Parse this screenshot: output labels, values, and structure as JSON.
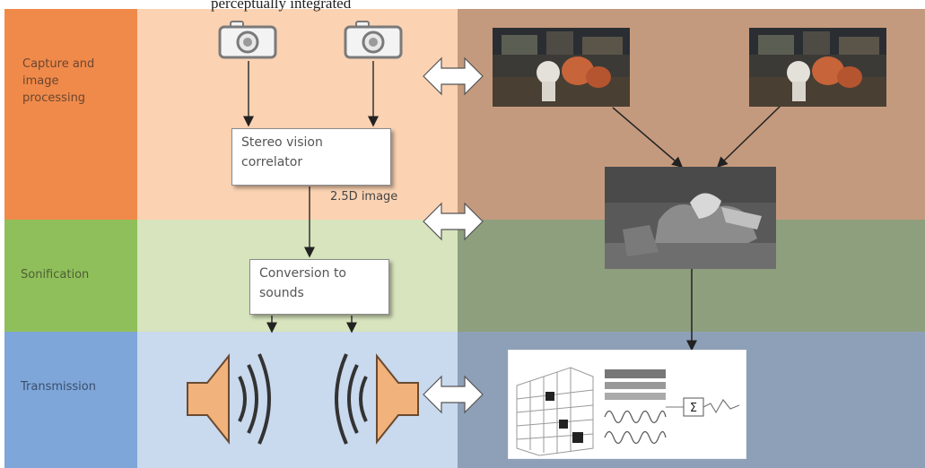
{
  "caption": "perceptually integrated",
  "rows": {
    "capture": {
      "label": "Capture and image processing",
      "color": "#f08a4b"
    },
    "sonification": {
      "label": "Sonification",
      "color": "#8fbf5a"
    },
    "transmission": {
      "label": "Transmission",
      "color": "#7ea6d8"
    }
  },
  "boxes": {
    "stereo": "Stereo vision correlator",
    "conversion": "Conversion to sounds"
  },
  "image_label": "2.5D image",
  "icons": [
    "camera-icon",
    "camera-icon",
    "speaker-icon",
    "speaker-icon",
    "double-arrow-icon"
  ]
}
